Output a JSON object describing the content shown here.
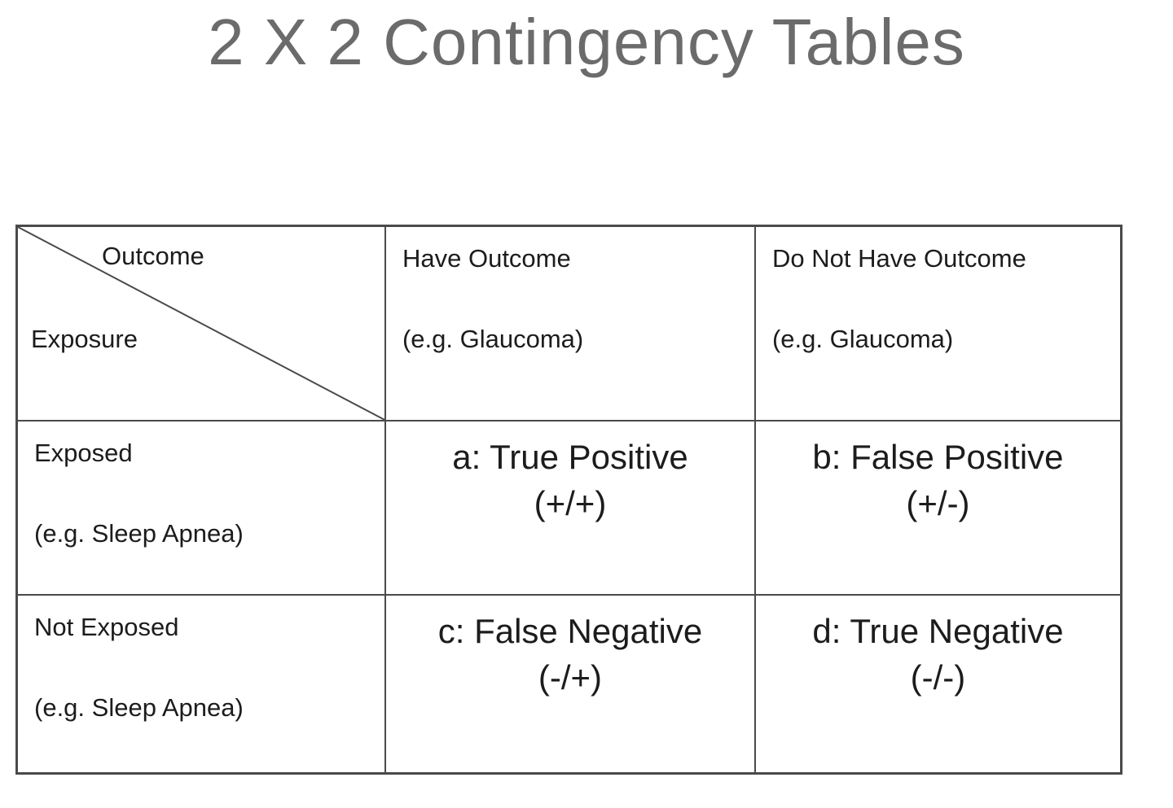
{
  "page": {
    "title": "2 X 2 Contingency Tables",
    "title_color": "#6b6b6b",
    "text_color": "#1c1c1c",
    "background": "#ffffff"
  },
  "table": {
    "border_color": "#4a4a4a",
    "corner": {
      "top_label": "Outcome",
      "bottom_label": "Exposure"
    },
    "columns": [
      {
        "label": "Have Outcome",
        "example": "(e.g. Glaucoma)"
      },
      {
        "label": "Do Not Have Outcome",
        "example": "(e.g. Glaucoma)"
      }
    ],
    "rows": [
      {
        "label": "Exposed",
        "example": "(e.g. Sleep Apnea)",
        "cells": [
          {
            "text": "a: True Positive",
            "notation": "(+/+)"
          },
          {
            "text": "b: False Positive",
            "notation": "(+/-)"
          }
        ]
      },
      {
        "label": "Not Exposed",
        "example": "(e.g. Sleep Apnea)",
        "cells": [
          {
            "text": "c: False Negative",
            "notation": "(-/+)"
          },
          {
            "text": "d: True Negative",
            "notation": "(-/-)"
          }
        ]
      }
    ]
  }
}
